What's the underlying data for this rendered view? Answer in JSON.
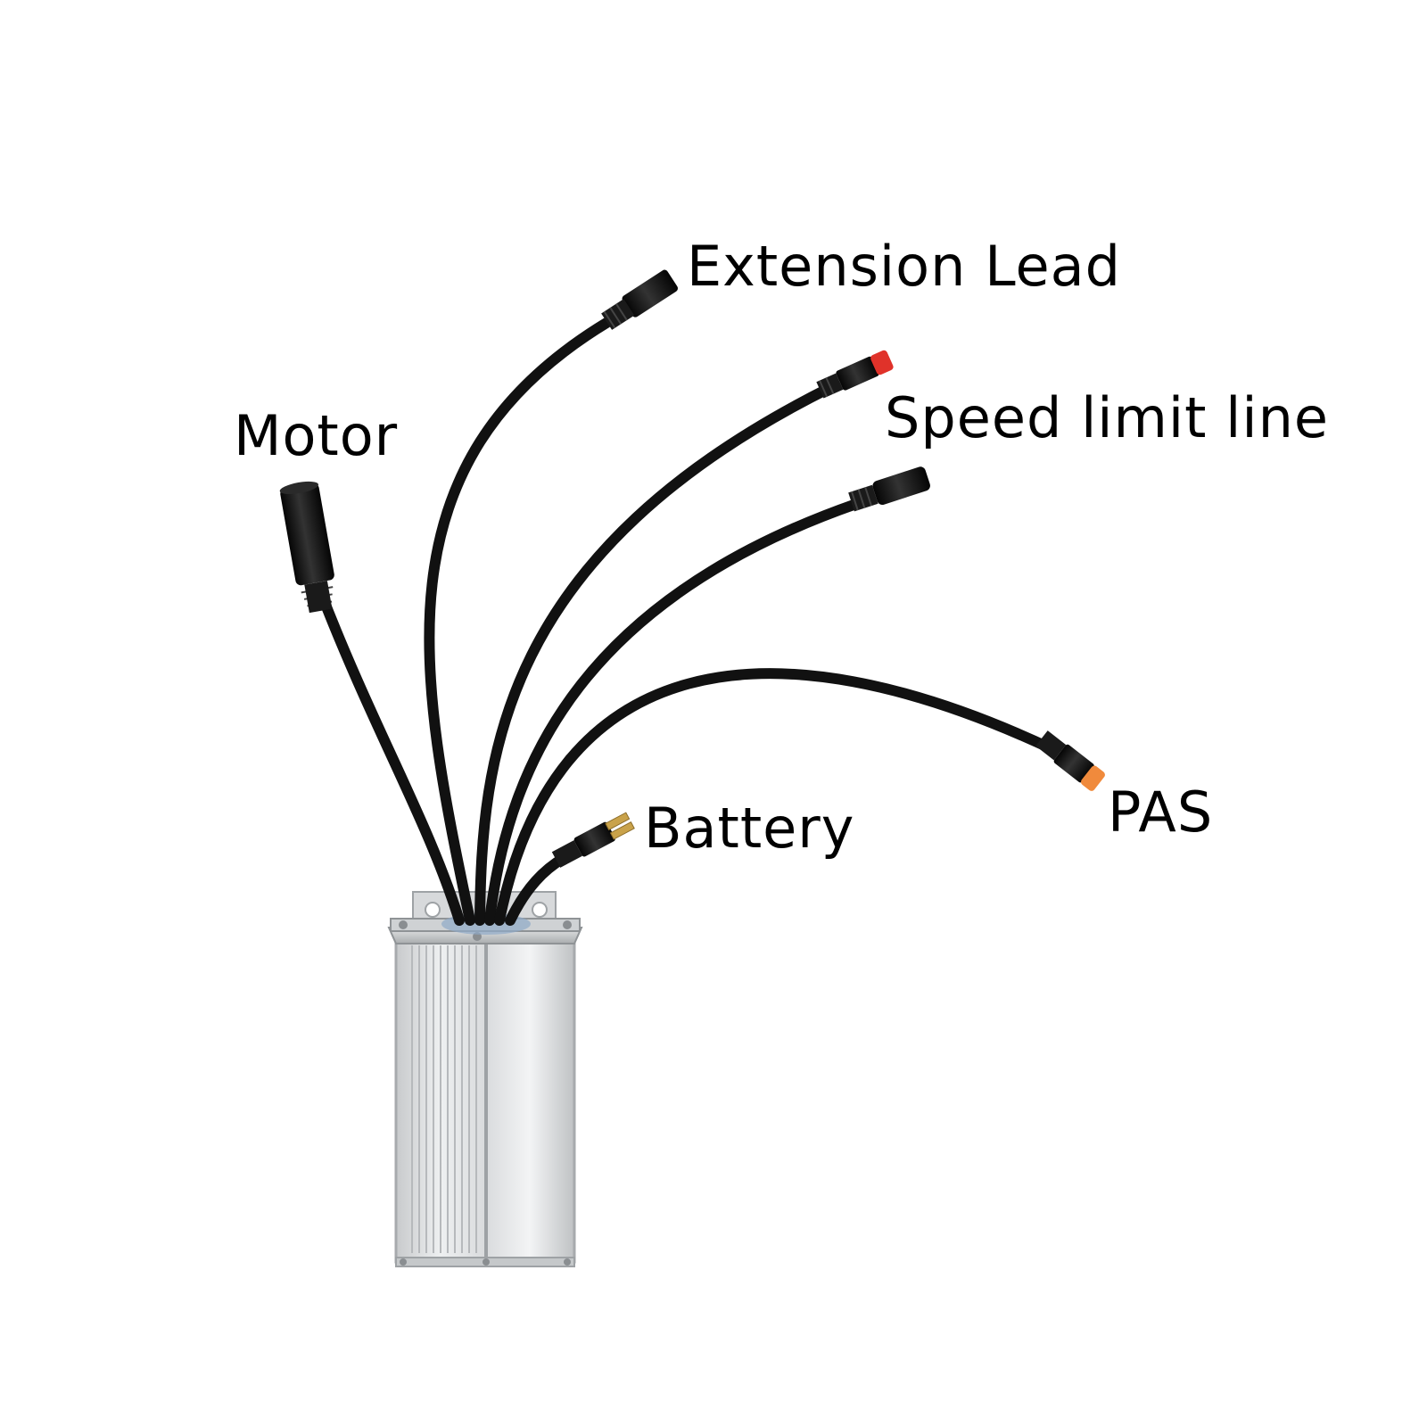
{
  "labels": {
    "extension_lead": "Extension Lead",
    "motor": "Motor",
    "speed_limit_line": "Speed limit line",
    "battery": "Battery",
    "pas": "PAS"
  },
  "colors": {
    "cable": "#111111",
    "connector": "#1a1a1a",
    "speed_limit_cap": "#e0322a",
    "pas_cap": "#f08a3c",
    "battery_pins": "#c9a24a",
    "housing": "#d4d6d8"
  }
}
